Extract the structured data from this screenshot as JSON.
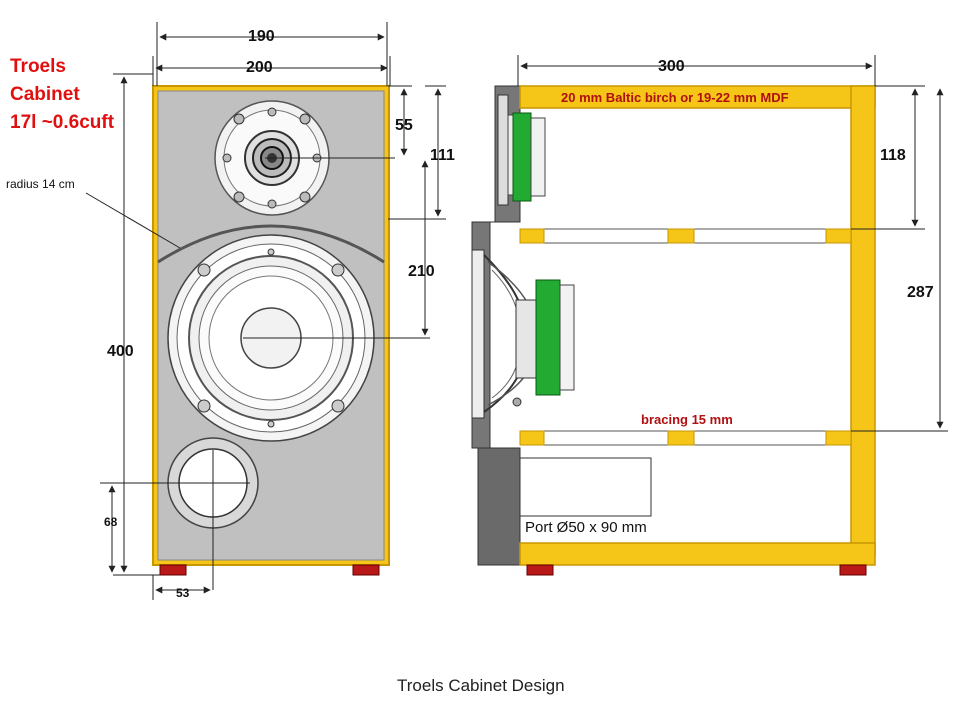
{
  "title": {
    "line1": "Troels",
    "line2": "Cabinet",
    "line3": "17l ~0.6cuft"
  },
  "front_dims": {
    "top_inner": "190",
    "top_outer": "200",
    "height": "400",
    "tweeter_h": "55",
    "tweeter_center": "111",
    "woofer_offset": "210",
    "port_height": "68",
    "port_offset": "53",
    "radius_note": "radius 14 cm"
  },
  "side_dims": {
    "depth": "300",
    "top_section": "118",
    "mid_section": "287",
    "material_note": "20 mm Baltic birch or 19-22 mm MDF",
    "bracing_note": "bracing 15 mm",
    "port_note": "Port Ø50 x 90 mm"
  },
  "caption": "Troels Cabinet Design",
  "colors": {
    "panel": "#f5c518",
    "panel_edge": "#c89600",
    "baffle": "#c0c0c0",
    "green": "#22aa33",
    "feet": "#b81818",
    "title_red": "#e01010"
  }
}
